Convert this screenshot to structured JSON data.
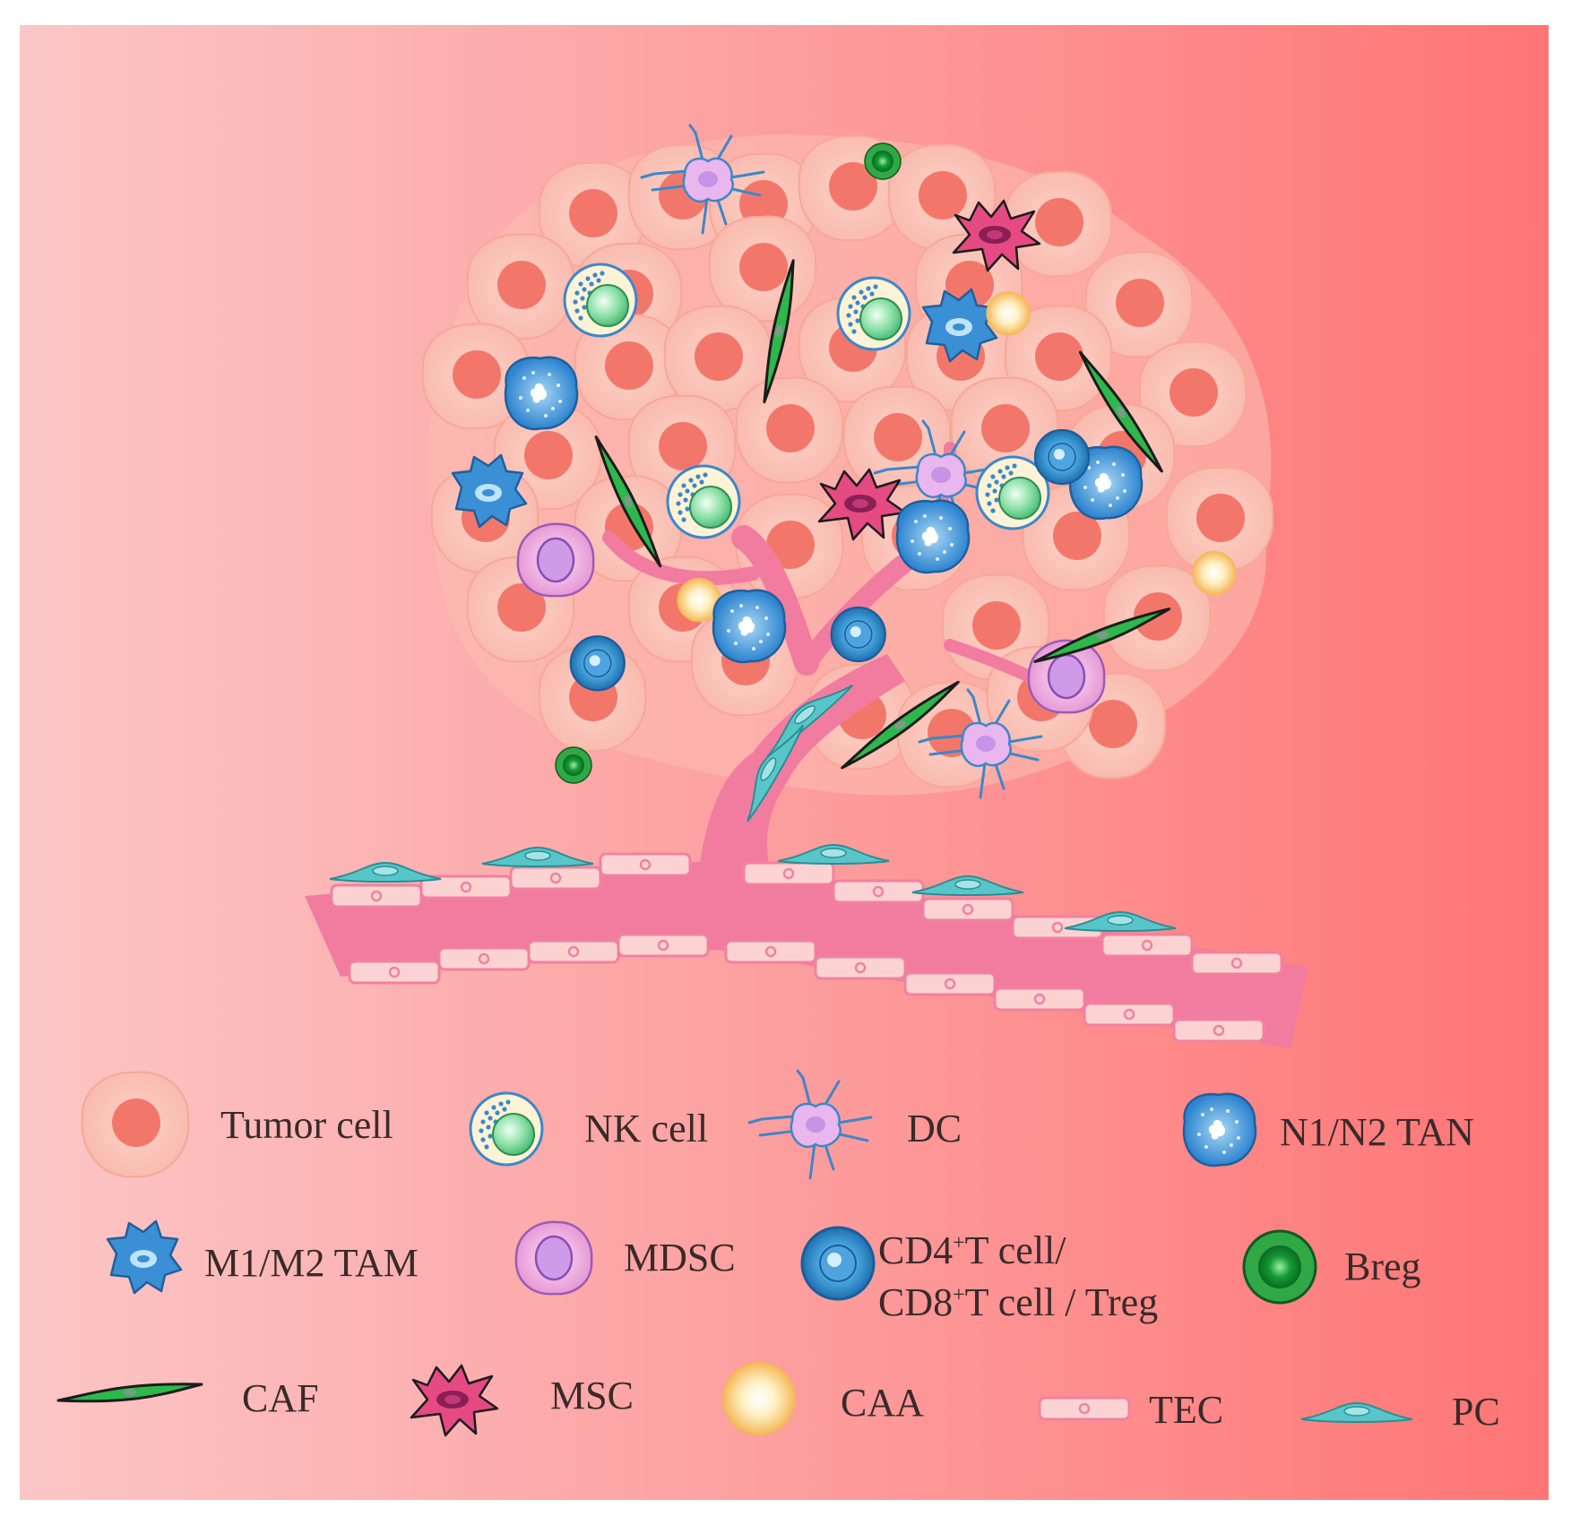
{
  "colors": {
    "panel_left": "#fcc6c6",
    "panel_right": "#ff7676",
    "tumor_cytoplasm": "#fcc3b6",
    "tumor_nucleus": "#f2796b",
    "vessel": "#f2819f",
    "pericyte": "#58c6c9",
    "caf": "#2db84b",
    "msc": "#e54a83",
    "tan_blue": "#3b8fd4",
    "breg_green": "#1a9a3a",
    "mdsc_purple": "#f0a5df"
  },
  "legend": {
    "tumor_cell": "Tumor cell",
    "nk_cell": "NK cell",
    "dc": "DC",
    "tan": "N1/N2 TAN",
    "tam": "M1/M2 TAM",
    "mdsc": "MDSC",
    "tcell_line1_a": "CD4",
    "tcell_line1_sup": "+",
    "tcell_line1_b": "T cell/",
    "tcell_line2_a": "CD8",
    "tcell_line2_sup": "+",
    "tcell_line2_b": "T cell / Treg",
    "breg": "Breg",
    "caf": "CAF",
    "msc": "MSC",
    "caa": "CAA",
    "tec": "TEC",
    "pc": "PC"
  }
}
